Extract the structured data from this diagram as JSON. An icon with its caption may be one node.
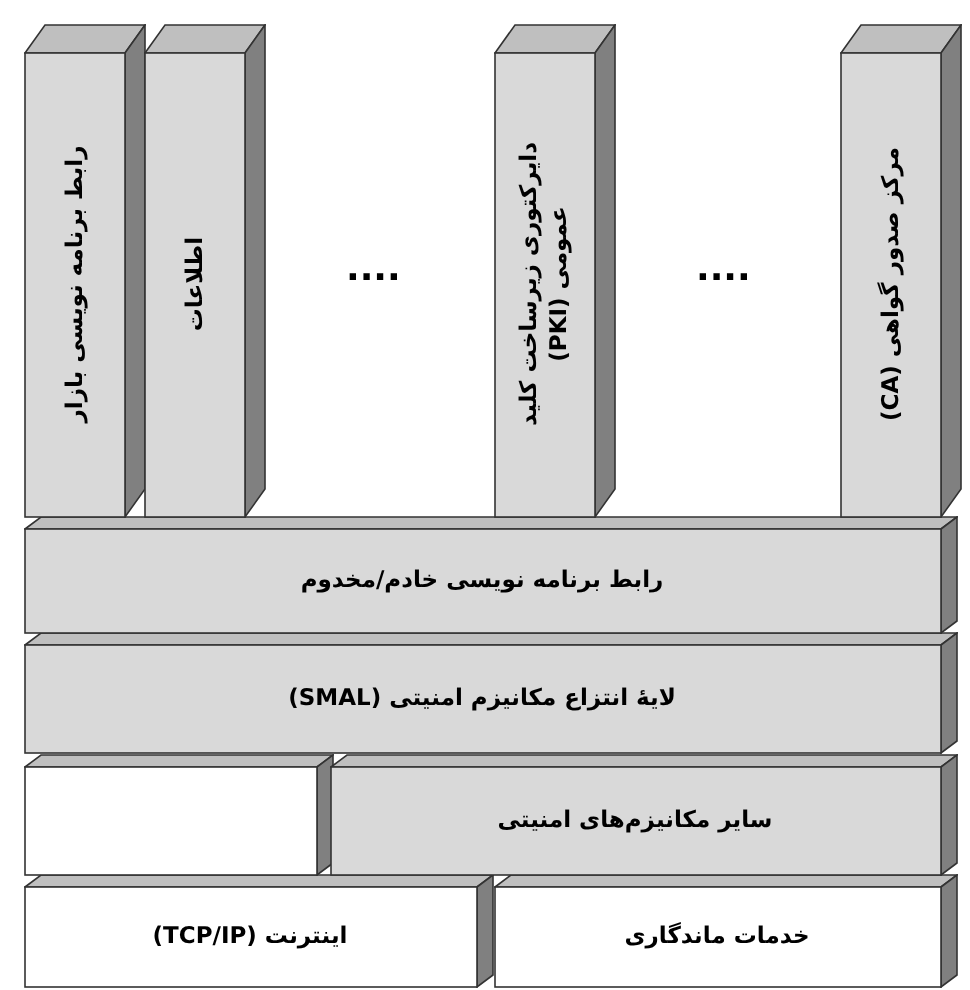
{
  "diagram": {
    "nodes": [
      {
        "text": [
          "رابط برنامه نویسی بازار"
        ]
      },
      {
        "text": [
          "اطلاعات"
        ]
      },
      {
        "text": [
          "دایرکتوری زیرساخت کلید عمومی (PKI)"
        ]
      },
      {
        "text": [
          "مرکز صدور گواهی (CA)"
        ]
      },
      {
        "text": [
          "رابط برنامه نویسی خادم/مخدوم"
        ]
      },
      {
        "text": [
          "لایهٔ انتزاع مکانیزم امنیتی (SMAL)"
        ]
      },
      {
        "text": [],
        "shape": "box"
      },
      {
        "text": [
          "سایر مکانیزم‌های امنیتی"
        ]
      },
      {
        "text": [
          "اینترنت (TCP/IP)"
        ]
      },
      {
        "text": [
          "خدمات ماندگاری"
        ]
      }
    ],
    "labels": [
      "....",
      "...."
    ]
  }
}
